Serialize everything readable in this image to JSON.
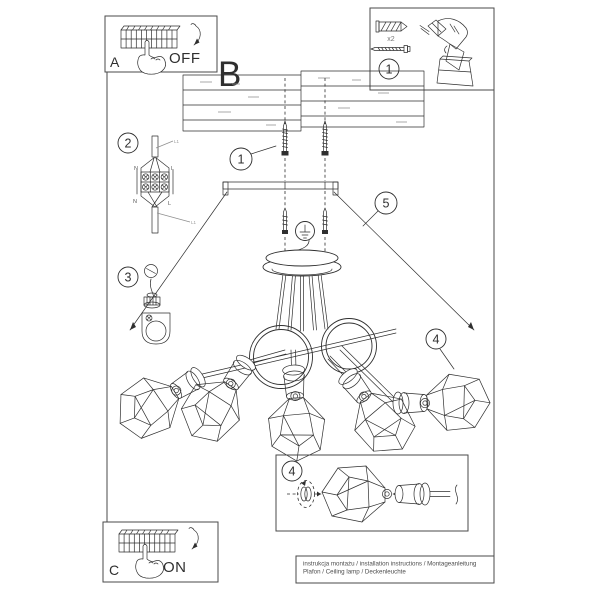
{
  "colors": {
    "ink": "#2f2f2f",
    "border": "#4a4a4a",
    "soft": "#8f8f8f",
    "bg": "#ffffff"
  },
  "panel_a": {
    "label": "A",
    "state": "OFF"
  },
  "panel_c": {
    "label": "C",
    "state": "ON"
  },
  "section": {
    "label": "B"
  },
  "tools_box": {
    "callout": "1",
    "qty": "x2"
  },
  "steps": {
    "mount_screws": "1",
    "bracket": "2",
    "canopy_screw": "3",
    "shade": "4",
    "shade_detail": "4",
    "cover": "5"
  },
  "wiring": {
    "n_top": "N",
    "l_top": "L",
    "n_bottom": "N",
    "l_bottom": "L",
    "wire_top_label": "L1",
    "wire_bottom_label": "L1"
  },
  "icons": {
    "ground": "earth-ground-icon",
    "hand": "pointing-hand-icon",
    "drill": "cordless-drill-icon",
    "wall_plug": "wall-plug-icon",
    "screw": "screw-icon"
  },
  "footer": {
    "line1": "instrukcja montażu / installation instructions / Montageanleitung",
    "line2": "Plafon / Ceiling lamp / Deckenleuchte"
  }
}
